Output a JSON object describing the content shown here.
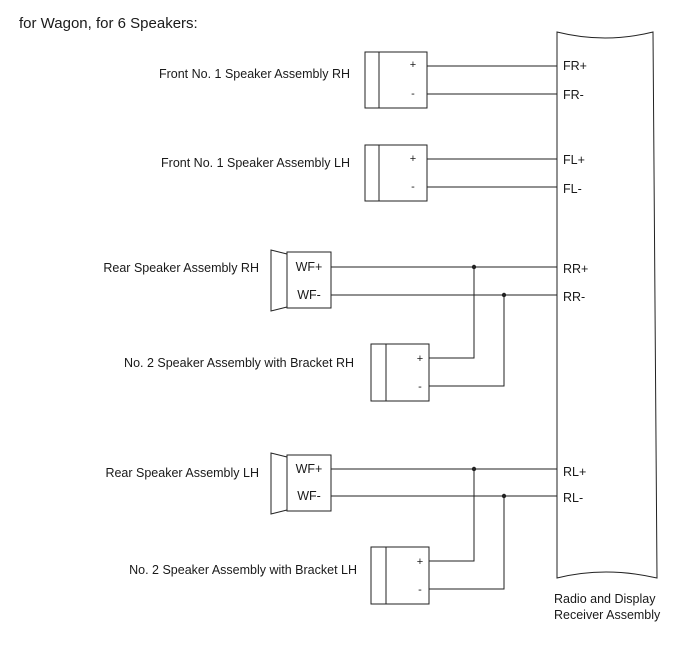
{
  "heading": "for Wagon, for 6 Speakers:",
  "receiver": {
    "label_line1": "Radio and Display",
    "label_line2": "Receiver Assembly",
    "pins": [
      "FR+",
      "FR-",
      "FL+",
      "FL-",
      "RR+",
      "RR-",
      "RL+",
      "RL-"
    ]
  },
  "speakers": [
    {
      "label": "Front No. 1 Speaker Assembly RH",
      "plus": "+",
      "minus": "-"
    },
    {
      "label": "Front No. 1 Speaker Assembly LH",
      "plus": "+",
      "minus": "-"
    },
    {
      "label": "Rear Speaker Assembly RH",
      "plus": "WF+",
      "minus": "WF-"
    },
    {
      "label": "No. 2 Speaker Assembly with Bracket RH",
      "plus": "+",
      "minus": "-"
    },
    {
      "label": "Rear Speaker Assembly LH",
      "plus": "WF+",
      "minus": "WF-"
    },
    {
      "label": "No. 2 Speaker Assembly with Bracket LH",
      "plus": "+",
      "minus": "-"
    }
  ]
}
